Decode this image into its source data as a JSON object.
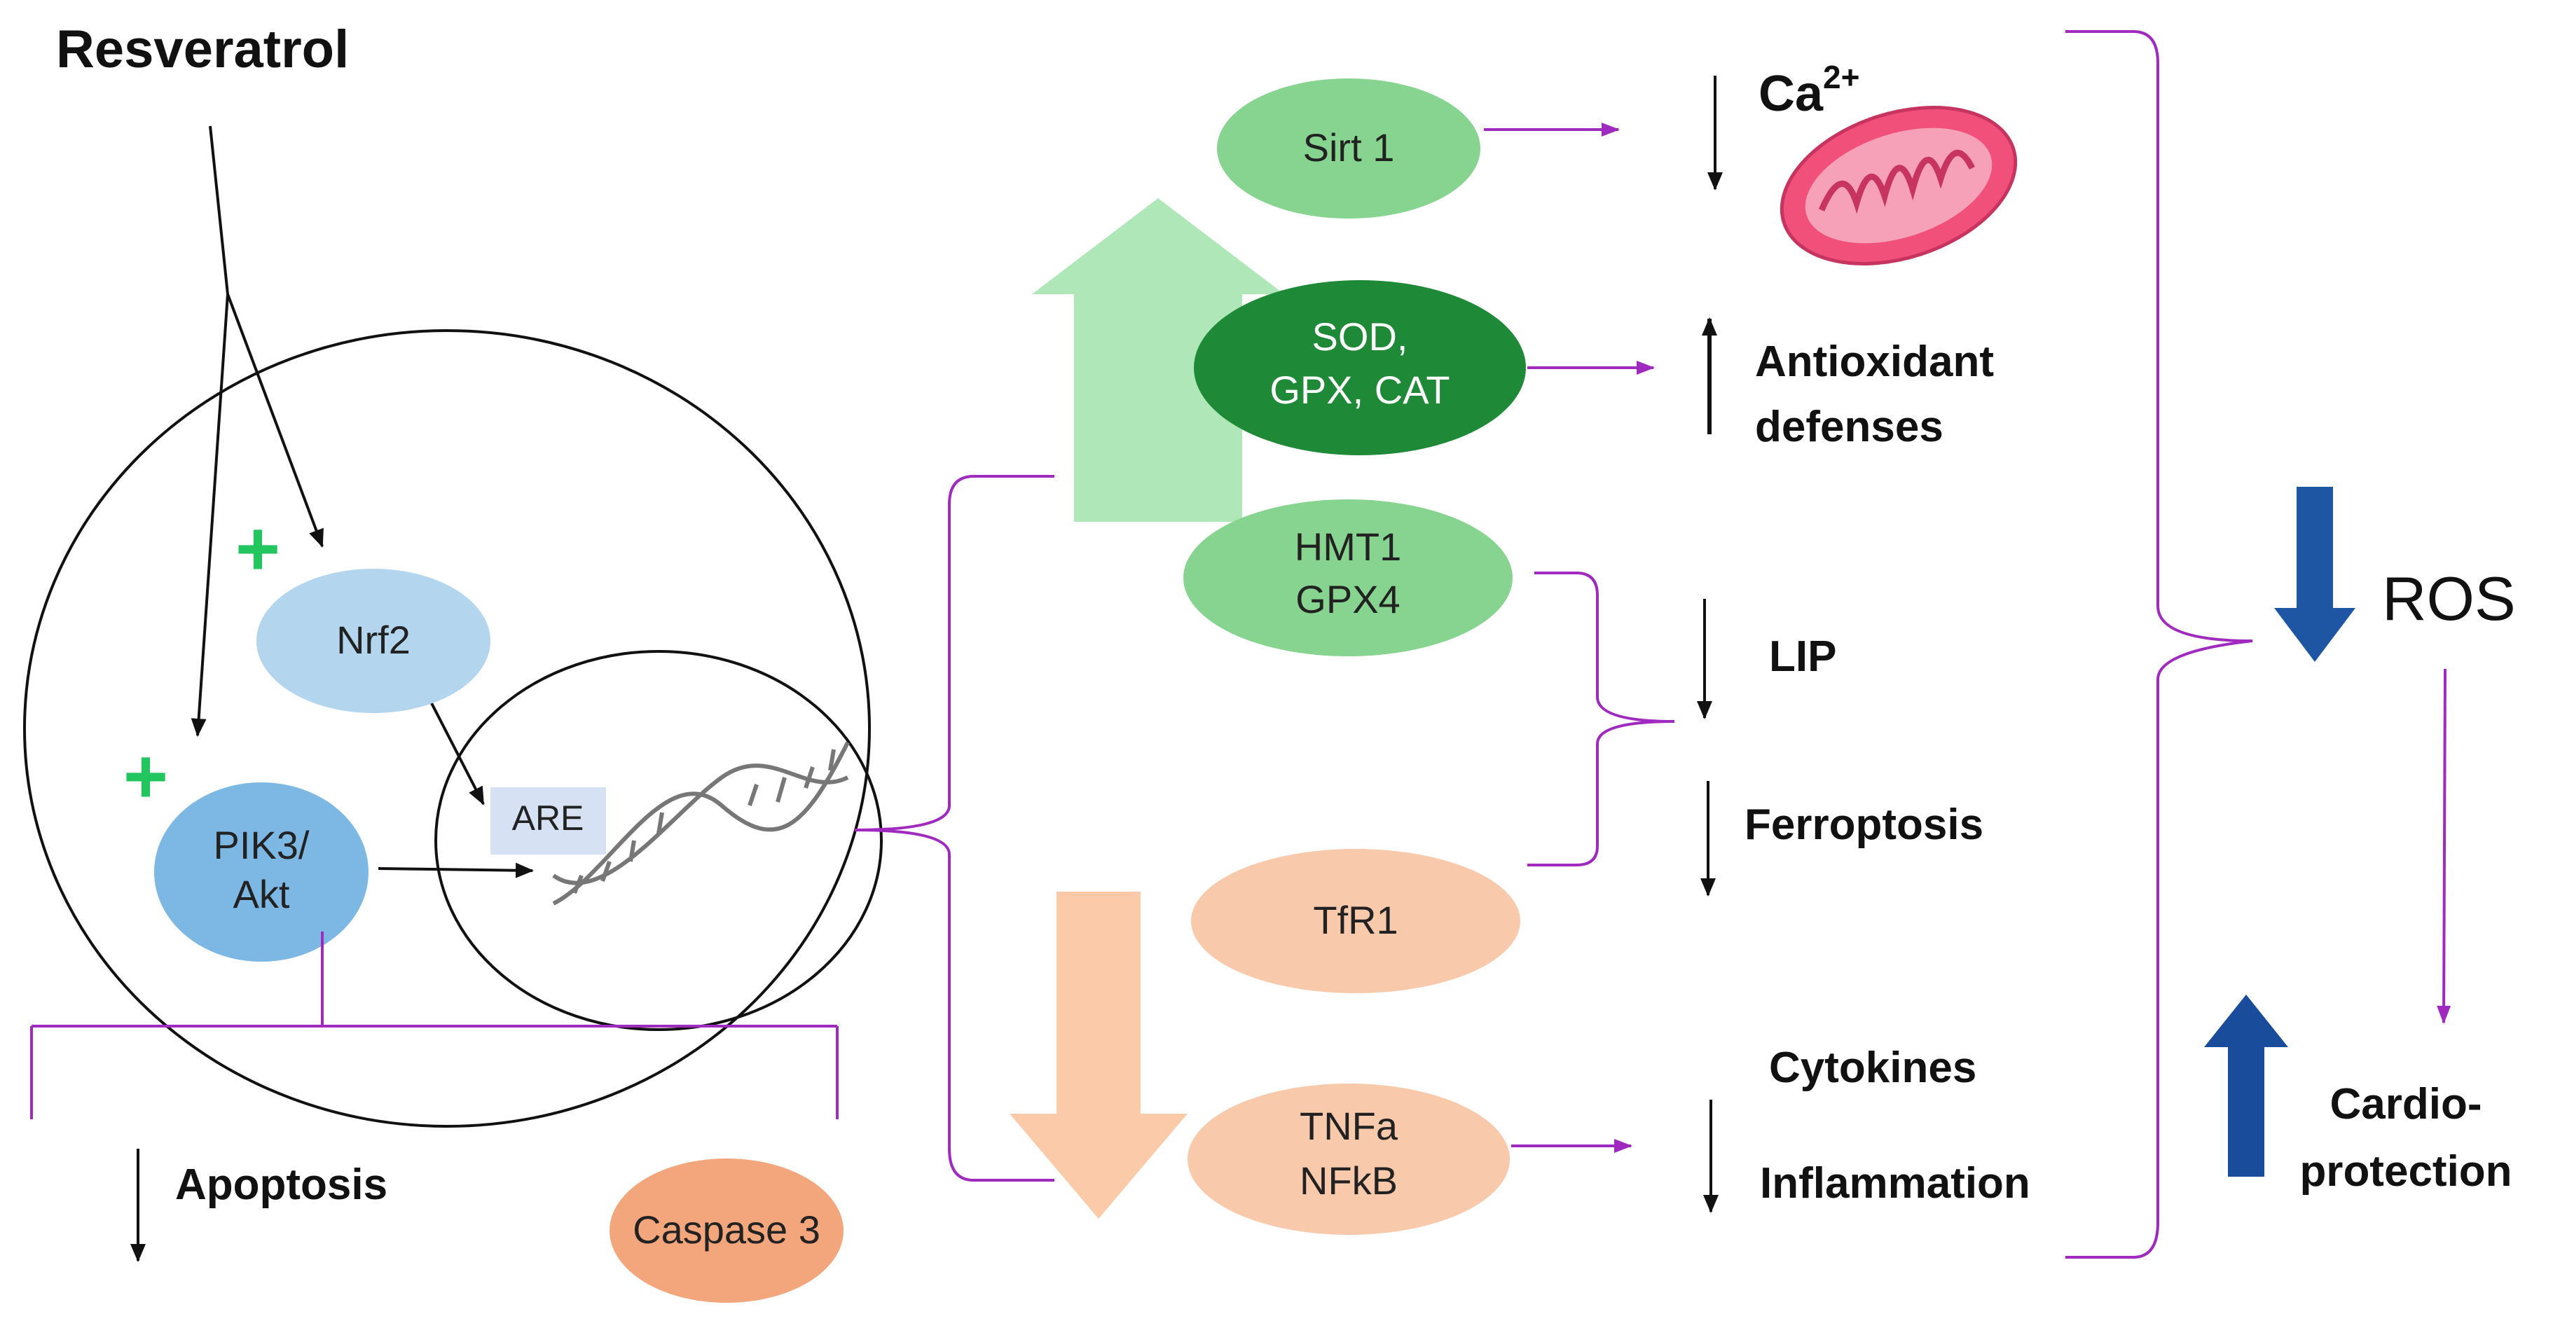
{
  "colors": {
    "light_green": "#86d48f",
    "dark_green": "#1e8a37",
    "light_blue": "#b3d5ee",
    "mid_blue": "#7db7e3",
    "peach": "#f8c9aa",
    "orange": "#f3a57c",
    "purple": "#a02ac0",
    "up_arrow_green": "#b0e7b8",
    "down_arrow_peach": "#fbcaa8",
    "navy": "#1a4c9c",
    "ros_arrow": "#1f56a4",
    "plus": "#22c55e",
    "mito": "#f0507a"
  },
  "title": "Resveratrol",
  "nodes": {
    "nrf2": "Nrf2",
    "pik3_line1": "PIK3/",
    "pik3_line2": "Akt",
    "are": "ARE",
    "sirt1": "Sirt 1",
    "sod_line1": "SOD,",
    "sod_line2": "GPX, CAT",
    "hmt_line1": "HMT1",
    "hmt_line2": "GPX4",
    "tfr1": "TfR1",
    "tnf_line1": "TNFa",
    "tnf_line2": "NFkB",
    "caspase": "Caspase 3"
  },
  "outcomes": {
    "ca": "Ca",
    "ca_sup": "2+",
    "antioxidant_line1": "Antioxidant",
    "antioxidant_line2": "defenses",
    "lip": "LIP",
    "ferroptosis": "Ferroptosis",
    "cytokines": "Cytokines",
    "inflammation": "Inflammation",
    "apoptosis": "Apoptosis",
    "ros": "ROS",
    "cardio_line1": "Cardio-",
    "cardio_line2": "protection"
  },
  "plus_sign": "+",
  "icons": [
    "mitochondrion-icon",
    "dna-icon"
  ]
}
